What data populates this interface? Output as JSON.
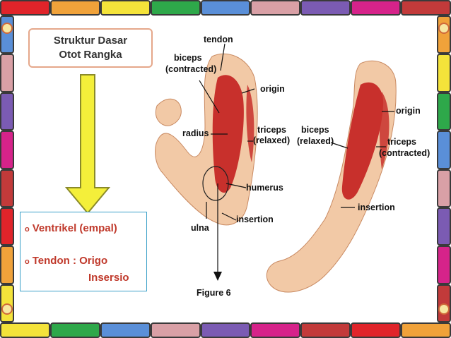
{
  "colors": {
    "frame": [
      "#e0242a",
      "#f0a23a",
      "#f4e33a",
      "#2ea84a",
      "#5a8fd8",
      "#d9a0a6",
      "#7b5bb3",
      "#d6238a",
      "#c23a3a"
    ],
    "arrow_fill": "#f4ef3a",
    "arrow_stroke": "#8a8a2a",
    "muscle": "#c8302c",
    "skin": "#f2c9a6",
    "info_text": "#c0392b",
    "info_border": "#3aa0c8",
    "title_border": "#e5a78a"
  },
  "title_box": {
    "line1": "Struktur Dasar",
    "line2": "Otot Rangka"
  },
  "info_box": {
    "bullet_symbol": "o",
    "item1": "Ventrikel (empal)",
    "item2_label": "Tendon : Origo",
    "item2_cont": "Insersio"
  },
  "figure": {
    "tendon": "tendon",
    "biceps_contracted_1": "biceps",
    "biceps_contracted_2": "(contracted)",
    "origin_left": "origin",
    "radius": "radius",
    "triceps_relaxed_1": "triceps",
    "triceps_relaxed_2": "(relaxed)",
    "humerus": "humerus",
    "insertion_left": "insertion",
    "ulna": "ulna",
    "figure_caption": "Figure 6",
    "biceps_relaxed_1": "biceps",
    "biceps_relaxed_2": "(relaxed)",
    "origin_right": "origin",
    "triceps_contracted_1": "triceps",
    "triceps_contracted_2": "(contracted)",
    "insertion_right": "insertion"
  }
}
